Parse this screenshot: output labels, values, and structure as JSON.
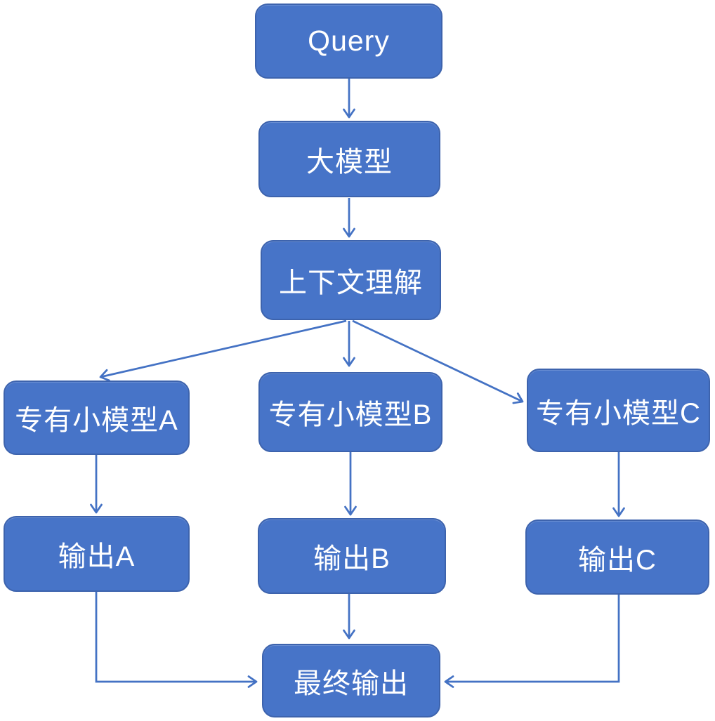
{
  "diagram": {
    "title": "Large model routing to specialized small models flowchart",
    "colors": {
      "background": "#FFFFFF",
      "node_fill": "#4774C8",
      "node_border": "#3D63AD",
      "arrow_color": "#4472C4",
      "text_color": "#FFFFFF"
    },
    "nodes": {
      "query": {
        "label": "Query"
      },
      "large_model": {
        "label": "大模型"
      },
      "context": {
        "label": "上下文理解"
      },
      "model_a": {
        "label": "专有小模型A"
      },
      "model_b": {
        "label": "专有小模型B"
      },
      "model_c": {
        "label": "专有小模型C"
      },
      "output_a": {
        "label": "输出A"
      },
      "output_b": {
        "label": "输出B"
      },
      "output_c": {
        "label": "输出C"
      },
      "final_output": {
        "label": "最终输出"
      }
    },
    "edges": [
      {
        "from": "query",
        "to": "large_model"
      },
      {
        "from": "large_model",
        "to": "context"
      },
      {
        "from": "context",
        "to": "model_a"
      },
      {
        "from": "context",
        "to": "model_b"
      },
      {
        "from": "context",
        "to": "model_c"
      },
      {
        "from": "model_a",
        "to": "output_a"
      },
      {
        "from": "model_b",
        "to": "output_b"
      },
      {
        "from": "model_c",
        "to": "output_c"
      },
      {
        "from": "output_a",
        "to": "final_output"
      },
      {
        "from": "output_b",
        "to": "final_output"
      },
      {
        "from": "output_c",
        "to": "final_output"
      }
    ]
  }
}
